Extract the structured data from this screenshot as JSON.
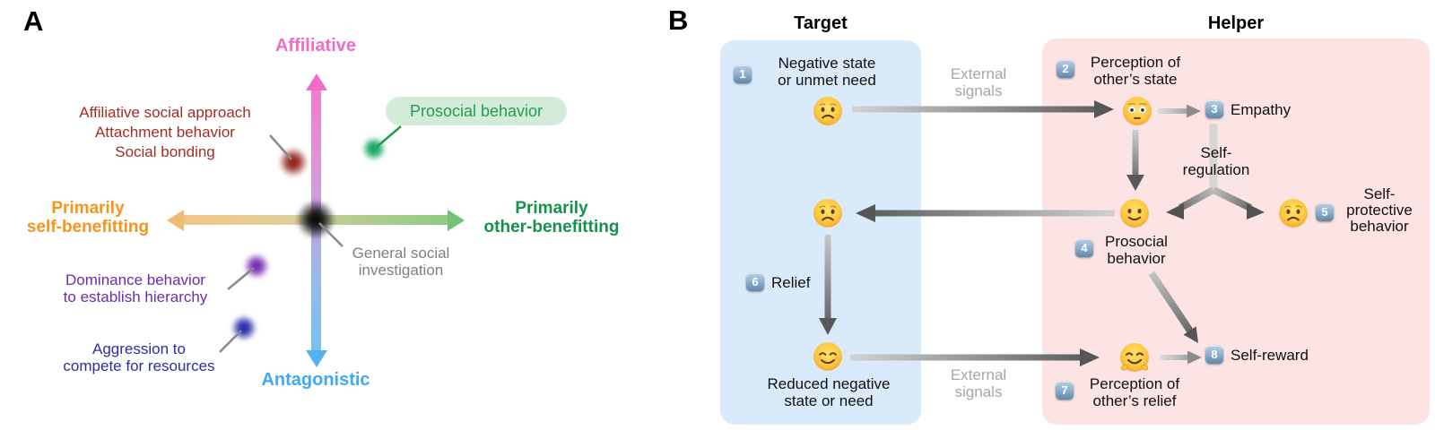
{
  "panelA": {
    "label": "A",
    "axis": {
      "top": "Affiliative",
      "bottom": "Antagonistic",
      "left1": "Primarily",
      "left2": "self-benefitting",
      "right1": "Primarily",
      "right2": "other-benefitting"
    },
    "annotations": {
      "cluster_line1": "Affiliative social approach",
      "cluster_line2": "Attachment behavior",
      "cluster_line3": "Social bonding",
      "prosocial": "Prosocial behavior",
      "general1": "General social",
      "general2": "investigation",
      "dominance1": "Dominance behavior",
      "dominance2": "to establish hierarchy",
      "aggression1": "Aggression to",
      "aggression2": "compete for resources"
    },
    "colors": {
      "affiliative": "#ef6cc7",
      "antagonistic": "#3fa9f5",
      "self_benefitting": "#f7941e",
      "other_benefitting": "#16914a",
      "cluster_text": "#a32d25",
      "prosocial_text": "#1f9e53",
      "prosocial_pill_bg": "#d5ebd9",
      "general_text": "#808080",
      "dominance_text": "#6a2fa8",
      "aggression_text": "#2d2d9e"
    }
  },
  "panelB": {
    "label": "B",
    "headers": {
      "target": "Target",
      "helper": "Helper"
    },
    "colors": {
      "target_box": "#d9ebfb",
      "helper_box": "#fbe4e3",
      "badge": "#7fa3c4",
      "arrow_dark": "#585858",
      "arrow_light": "#d2d2d2"
    },
    "steps": {
      "s1": {
        "num": "1",
        "line1": "Negative state",
        "line2": "or unmet need"
      },
      "s2": {
        "num": "2",
        "line1": "Perception of",
        "line2": "other’s state"
      },
      "s3": {
        "num": "3",
        "label": "Empathy"
      },
      "s4": {
        "num": "4",
        "line1": "Prosocial",
        "line2": "behavior"
      },
      "s5": {
        "num": "5",
        "line1": "Self-",
        "line2": "protective",
        "line3": "behavior"
      },
      "s6": {
        "num": "6",
        "label": "Relief"
      },
      "s7": {
        "num": "7",
        "line1": "Perception of",
        "line2": "other’s relief"
      },
      "s8": {
        "num": "8",
        "label": "Self-reward"
      }
    },
    "labels": {
      "external_top1": "External",
      "external_top2": "signals",
      "external_bottom1": "External",
      "external_bottom2": "signals",
      "selfreg1": "Self-",
      "selfreg2": "regulation",
      "reduced1": "Reduced negative",
      "reduced2": "state or need"
    },
    "emojis": {
      "target_top": "worried-face",
      "helper_perception": "flushed-face",
      "helper_regulated": "slightly-smiling-face",
      "helper_self_protective": "worried-face",
      "target_mid": "worried-face",
      "target_relieved": "smiling-face-with-smiling-eyes",
      "helper_perceiving_relief": "hugging-face"
    }
  }
}
